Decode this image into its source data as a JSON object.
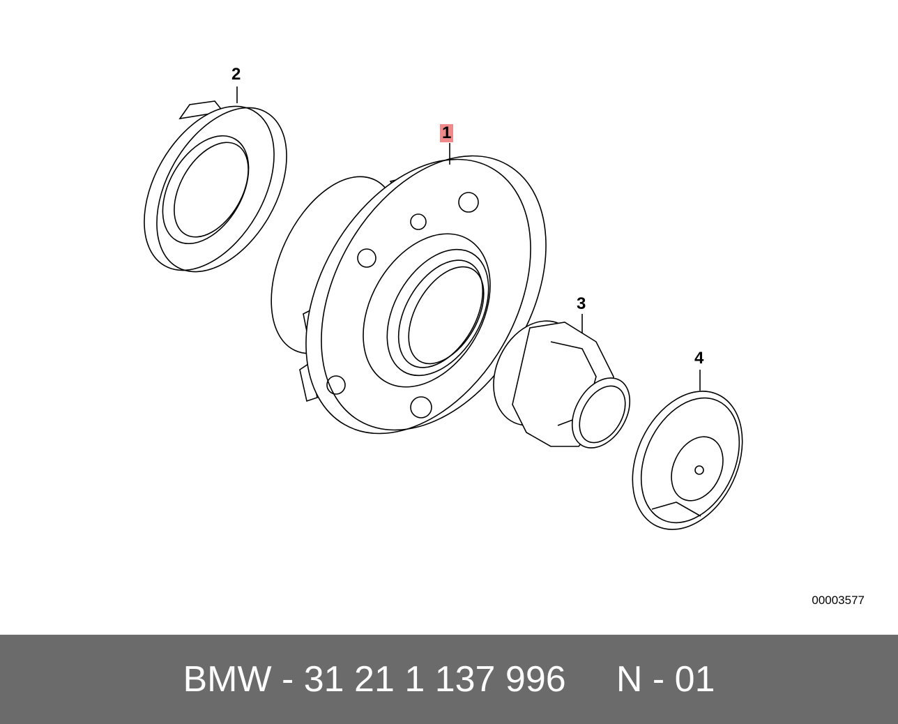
{
  "diagram": {
    "callouts": [
      {
        "id": "callout-1",
        "label": "1",
        "highlighted": true
      },
      {
        "id": "callout-2",
        "label": "2",
        "highlighted": false
      },
      {
        "id": "callout-3",
        "label": "3",
        "highlighted": false
      },
      {
        "id": "callout-4",
        "label": "4",
        "highlighted": false
      }
    ],
    "image_code": "00003577"
  },
  "footer": {
    "text": "BMW - 31 21 1 137 996     N - 01"
  },
  "colors": {
    "highlight": "#f08a8a",
    "footer_bg": "#6b6b6b",
    "footer_text": "#ffffff"
  }
}
